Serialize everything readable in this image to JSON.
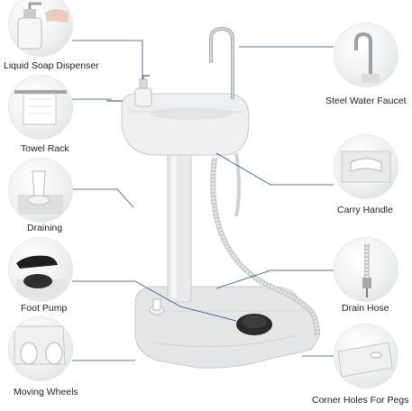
{
  "features": [
    {
      "key": "soap",
      "label": "Liquid Soap Dispenser",
      "icon": "soap-dispenser-icon"
    },
    {
      "key": "towel",
      "label": "Towel Rack",
      "icon": "towel-rack-icon"
    },
    {
      "key": "drain",
      "label": "Draining",
      "icon": "drain-icon"
    },
    {
      "key": "pump",
      "label": "Foot Pump",
      "icon": "foot-pump-icon"
    },
    {
      "key": "wheels",
      "label": "Moving Wheels",
      "icon": "wheel-icon"
    },
    {
      "key": "faucet",
      "label": "Steel Water Faucet",
      "icon": "faucet-icon"
    },
    {
      "key": "handle",
      "label": "Carry Handle",
      "icon": "handle-icon"
    },
    {
      "key": "hose",
      "label": "Drain Hose",
      "icon": "hose-icon"
    },
    {
      "key": "corner",
      "label": "Corner Holes For Pegs",
      "icon": "peg-hole-icon"
    }
  ],
  "colors": {
    "callout_line": "#2d4e8a",
    "product_body": "#e9eaeb",
    "product_shadow": "#c9cbcd",
    "pump_pedal": "#2b2b2b"
  }
}
